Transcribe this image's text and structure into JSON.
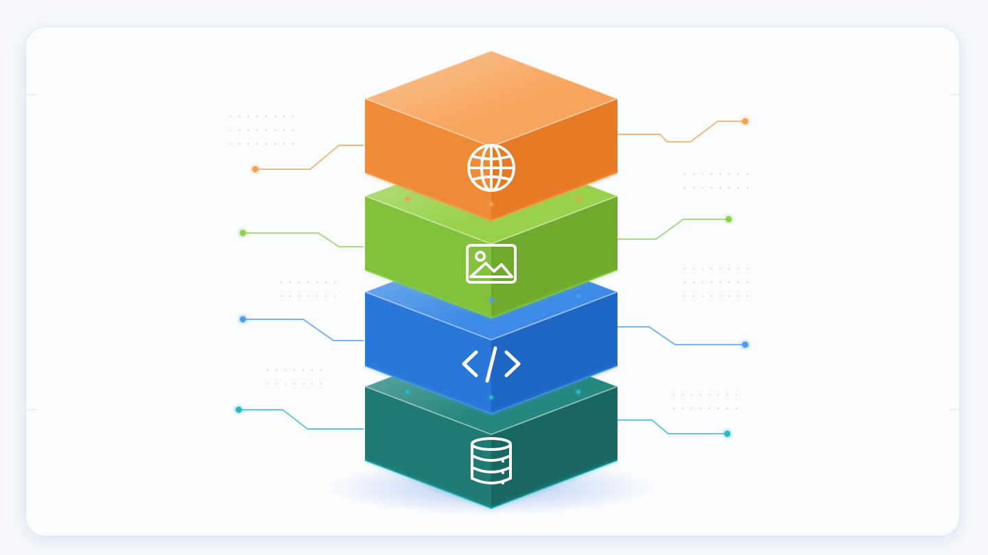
{
  "layers": [
    {
      "id": "web",
      "icon": "globe-icon",
      "colors": {
        "top": "#f7a55c",
        "front": "#ef8a35",
        "side": "#e67a24"
      }
    },
    {
      "id": "media",
      "icon": "image-icon",
      "colors": {
        "top": "#97d24a",
        "front": "#82c13a",
        "side": "#6faa2c"
      }
    },
    {
      "id": "code",
      "icon": "code-icon",
      "colors": {
        "top": "#3d8be6",
        "front": "#2877d9",
        "side": "#1e66c4"
      }
    },
    {
      "id": "database",
      "icon": "database-icon",
      "colors": {
        "top": "#26877f",
        "front": "#1f7a73",
        "side": "#186861"
      }
    }
  ],
  "accent_colors": {
    "orange": "#f5a04c",
    "green": "#8bd14a",
    "blue": "#4a9cf0",
    "teal": "#28b8c8",
    "card_background": "#fbfcfe",
    "page_background": "#f6f8fb"
  }
}
